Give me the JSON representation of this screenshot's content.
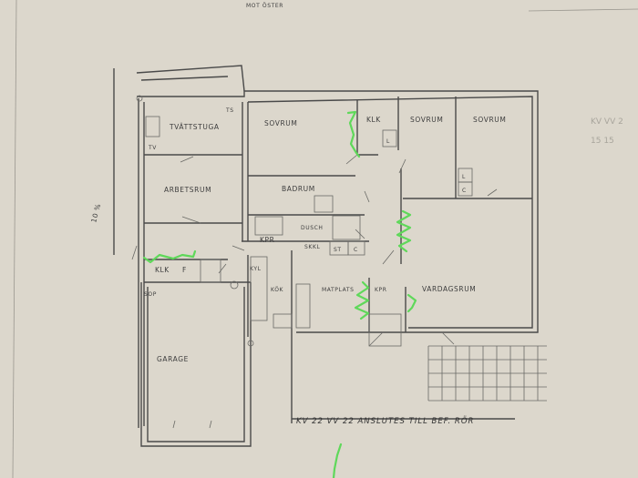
{
  "header": {
    "orientation_note": "MOT ÖSTER"
  },
  "rooms": {
    "tvattstuga": "TVÄTTSTUGA",
    "ts": "TS",
    "tv": "TV",
    "sovrum_1": "SOVRUM",
    "klk_top": "KLK",
    "sovrum_2": "SOVRUM",
    "sovrum_3": "SOVRUM",
    "arbetsrum": "ARBETSRUM",
    "badrum": "BADRUM",
    "dusch": "DUSCH",
    "kpr_1": "KPR",
    "skkl": "SKKL",
    "st": "ST",
    "c": "C",
    "klk_bottom": "KLK",
    "f": "F",
    "kyl": "KYL",
    "kok": "KÖK",
    "sop": "SOP",
    "garage": "GARAGE",
    "matplats": "MATPLATS",
    "kpr_2": "KPR",
    "vardagsrum": "VARDAGSRUM",
    "l_1": "L",
    "l_2": "L",
    "c_2": "C"
  },
  "annotations": {
    "slope": "10 %",
    "pipe_note": "KV 22 VV 22 ANSLUTES TILL BEF. RÖR",
    "side_note_1": "KV VV 2",
    "side_note_2": "15 15"
  },
  "colors": {
    "paper": "#dcd7cc",
    "ink": "#4a4a4a",
    "marker": "#5fd85a"
  }
}
